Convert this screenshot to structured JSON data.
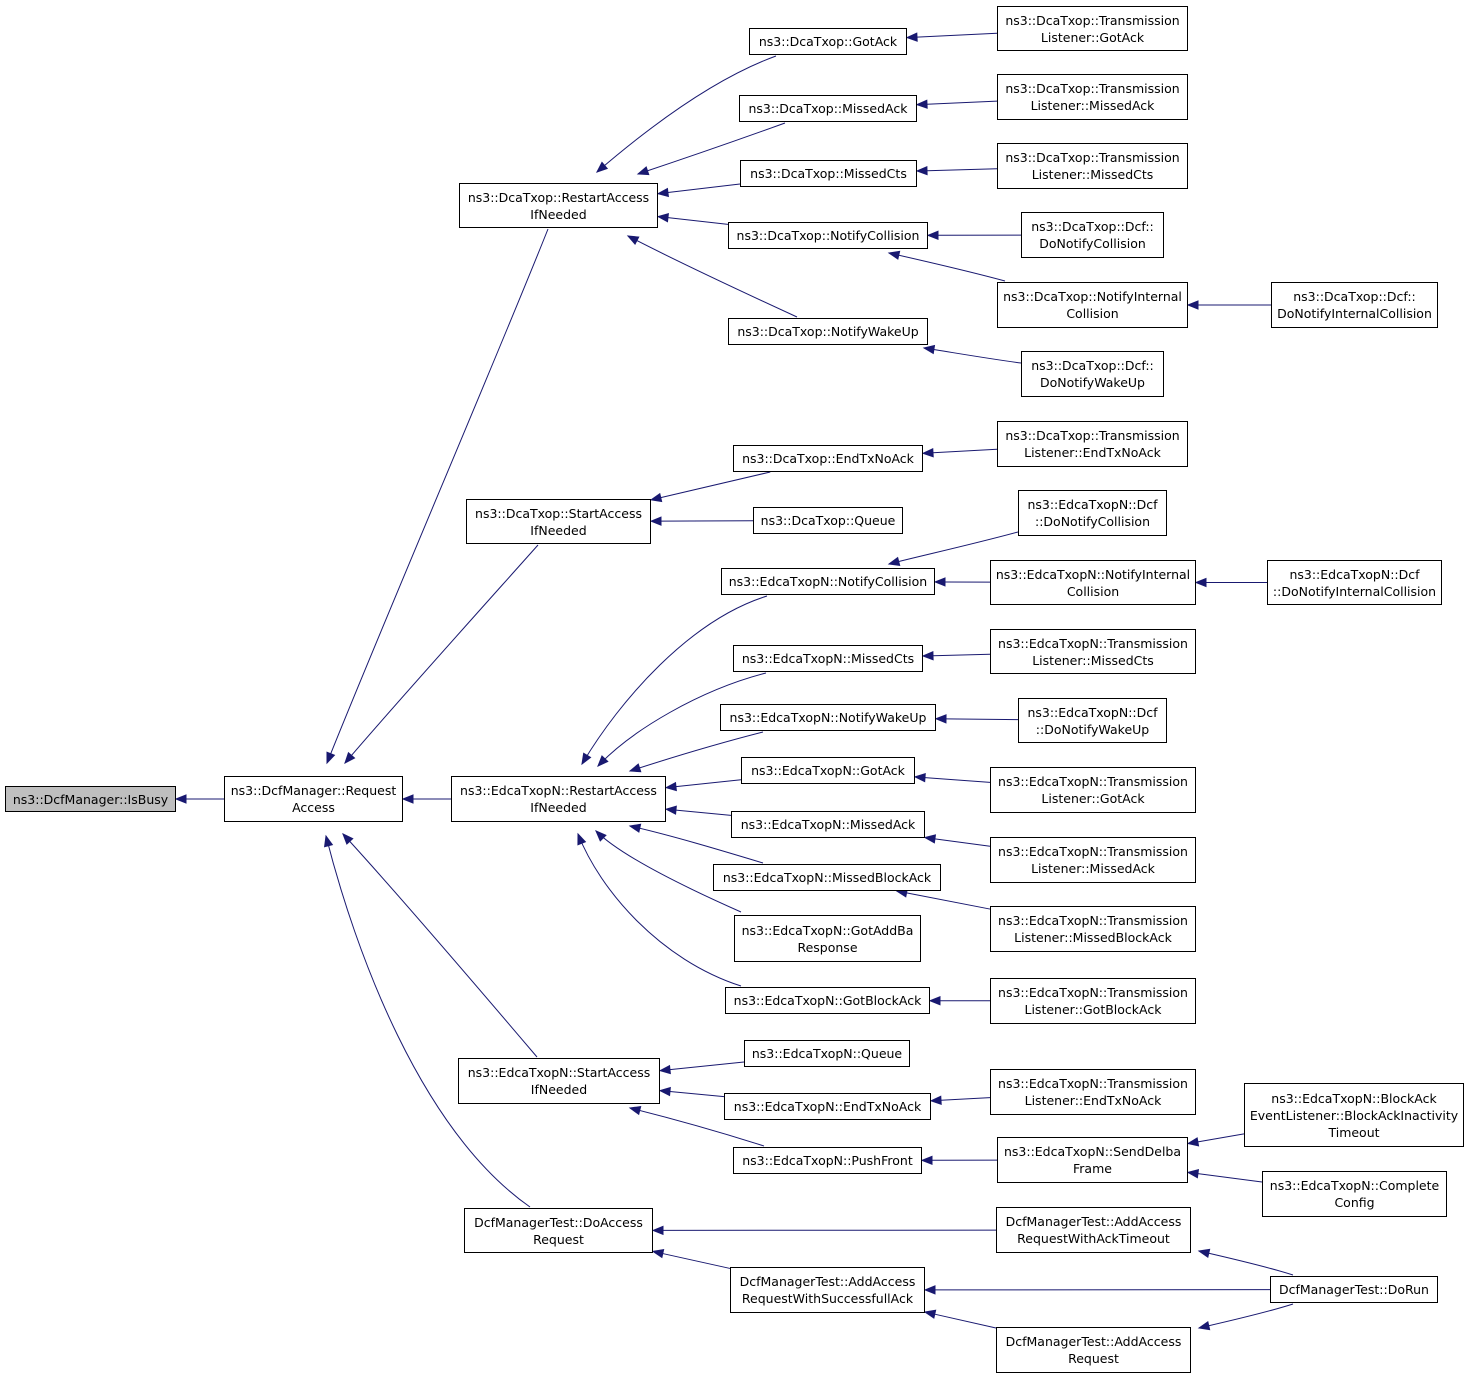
{
  "diagram": {
    "colors": {
      "edge": "#191970",
      "root_fill": "#bfbfbf",
      "node_fill": "#ffffff",
      "border": "#000000"
    },
    "nodes": [
      {
        "id": "isbusy",
        "lines": [
          "ns3::DcfManager::IsBusy"
        ],
        "root": true
      },
      {
        "id": "requestaccess",
        "lines": [
          "ns3::DcfManager::Request",
          "Access"
        ]
      },
      {
        "id": "dca_restart",
        "lines": [
          "ns3::DcaTxop::RestartAccess",
          "IfNeeded"
        ]
      },
      {
        "id": "dca_start",
        "lines": [
          "ns3::DcaTxop::StartAccess",
          "IfNeeded"
        ]
      },
      {
        "id": "edca_restart",
        "lines": [
          "ns3::EdcaTxopN::RestartAccess",
          "IfNeeded"
        ]
      },
      {
        "id": "edca_start",
        "lines": [
          "ns3::EdcaTxopN::StartAccess",
          "IfNeeded"
        ]
      },
      {
        "id": "dcftest_doaccess",
        "lines": [
          "DcfManagerTest::DoAccess",
          "Request"
        ]
      },
      {
        "id": "dca_gotack",
        "lines": [
          "ns3::DcaTxop::GotAck"
        ]
      },
      {
        "id": "dca_missedack",
        "lines": [
          "ns3::DcaTxop::MissedAck"
        ]
      },
      {
        "id": "dca_missedcts",
        "lines": [
          "ns3::DcaTxop::MissedCts"
        ]
      },
      {
        "id": "dca_notifycoll",
        "lines": [
          "ns3::DcaTxop::NotifyCollision"
        ]
      },
      {
        "id": "dca_notifywake",
        "lines": [
          "ns3::DcaTxop::NotifyWakeUp"
        ]
      },
      {
        "id": "dca_endtxnoack",
        "lines": [
          "ns3::DcaTxop::EndTxNoAck"
        ]
      },
      {
        "id": "dca_queue",
        "lines": [
          "ns3::DcaTxop::Queue"
        ]
      },
      {
        "id": "edca_notifycoll",
        "lines": [
          "ns3::EdcaTxopN::NotifyCollision"
        ]
      },
      {
        "id": "edca_missedcts",
        "lines": [
          "ns3::EdcaTxopN::MissedCts"
        ]
      },
      {
        "id": "edca_notifywake",
        "lines": [
          "ns3::EdcaTxopN::NotifyWakeUp"
        ]
      },
      {
        "id": "edca_gotack",
        "lines": [
          "ns3::EdcaTxopN::GotAck"
        ]
      },
      {
        "id": "edca_missedack",
        "lines": [
          "ns3::EdcaTxopN::MissedAck"
        ]
      },
      {
        "id": "edca_missedblockack",
        "lines": [
          "ns3::EdcaTxopN::MissedBlockAck"
        ]
      },
      {
        "id": "edca_gotaddba",
        "lines": [
          "ns3::EdcaTxopN::GotAddBa",
          "Response"
        ]
      },
      {
        "id": "edca_gotblockack",
        "lines": [
          "ns3::EdcaTxopN::GotBlockAck"
        ]
      },
      {
        "id": "edca_queue",
        "lines": [
          "ns3::EdcaTxopN::Queue"
        ]
      },
      {
        "id": "edca_endtxnoack",
        "lines": [
          "ns3::EdcaTxopN::EndTxNoAck"
        ]
      },
      {
        "id": "edca_pushfront",
        "lines": [
          "ns3::EdcaTxopN::PushFront"
        ]
      },
      {
        "id": "dcftest_addsucc",
        "lines": [
          "DcfManagerTest::AddAccess",
          "RequestWithSuccessfullAck"
        ]
      },
      {
        "id": "tl_gotack",
        "lines": [
          "ns3::DcaTxop::Transmission",
          "Listener::GotAck"
        ]
      },
      {
        "id": "tl_missedack",
        "lines": [
          "ns3::DcaTxop::Transmission",
          "Listener::MissedAck"
        ]
      },
      {
        "id": "tl_missedcts",
        "lines": [
          "ns3::DcaTxop::Transmission",
          "Listener::MissedCts"
        ]
      },
      {
        "id": "dcf_donotifycoll",
        "lines": [
          "ns3::DcaTxop::Dcf::",
          "DoNotifyCollision"
        ]
      },
      {
        "id": "dca_notifyinternal",
        "lines": [
          "ns3::DcaTxop::NotifyInternal",
          "Collision"
        ]
      },
      {
        "id": "dcf_donotifywake",
        "lines": [
          "ns3::DcaTxop::Dcf::",
          "DoNotifyWakeUp"
        ]
      },
      {
        "id": "tl_endtxnoack",
        "lines": [
          "ns3::DcaTxop::Transmission",
          "Listener::EndTxNoAck"
        ]
      },
      {
        "id": "edcadcf_donotifycoll",
        "lines": [
          "ns3::EdcaTxopN::Dcf",
          "::DoNotifyCollision"
        ]
      },
      {
        "id": "edca_notifyinternal",
        "lines": [
          "ns3::EdcaTxopN::NotifyInternal",
          "Collision"
        ]
      },
      {
        "id": "etl_missedcts",
        "lines": [
          "ns3::EdcaTxopN::Transmission",
          "Listener::MissedCts"
        ]
      },
      {
        "id": "edcadcf_donotifywake",
        "lines": [
          "ns3::EdcaTxopN::Dcf",
          "::DoNotifyWakeUp"
        ]
      },
      {
        "id": "etl_gotack",
        "lines": [
          "ns3::EdcaTxopN::Transmission",
          "Listener::GotAck"
        ]
      },
      {
        "id": "etl_missedack",
        "lines": [
          "ns3::EdcaTxopN::Transmission",
          "Listener::MissedAck"
        ]
      },
      {
        "id": "etl_missedblockack",
        "lines": [
          "ns3::EdcaTxopN::Transmission",
          "Listener::MissedBlockAck"
        ]
      },
      {
        "id": "etl_gotblockack",
        "lines": [
          "ns3::EdcaTxopN::Transmission",
          "Listener::GotBlockAck"
        ]
      },
      {
        "id": "etl_endtxnoack",
        "lines": [
          "ns3::EdcaTxopN::Transmission",
          "Listener::EndTxNoAck"
        ]
      },
      {
        "id": "edca_senddelba",
        "lines": [
          "ns3::EdcaTxopN::SendDelba",
          "Frame"
        ]
      },
      {
        "id": "dcftest_addtimeout",
        "lines": [
          "DcfManagerTest::AddAccess",
          "RequestWithAckTimeout"
        ]
      },
      {
        "id": "dcftest_addaccess",
        "lines": [
          "DcfManagerTest::AddAccess",
          "Request"
        ]
      },
      {
        "id": "dcf_donotifyinternal",
        "lines": [
          "ns3::DcaTxop::Dcf::",
          "DoNotifyInternalCollision"
        ]
      },
      {
        "id": "edcadcf_donotifyinternal",
        "lines": [
          "ns3::EdcaTxopN::Dcf",
          "::DoNotifyInternalCollision"
        ]
      },
      {
        "id": "edca_blockackinactivity",
        "lines": [
          "ns3::EdcaTxopN::BlockAck",
          "EventListener::BlockAckInactivity",
          "Timeout"
        ]
      },
      {
        "id": "edca_completeconfig",
        "lines": [
          "ns3::EdcaTxopN::Complete",
          "Config"
        ]
      },
      {
        "id": "dcftest_dorun",
        "lines": [
          "DcfManagerTest::DoRun"
        ]
      }
    ],
    "edges": [
      [
        "requestaccess",
        "isbusy"
      ],
      [
        "dca_restart",
        "requestaccess"
      ],
      [
        "dca_start",
        "requestaccess"
      ],
      [
        "edca_restart",
        "requestaccess"
      ],
      [
        "edca_start",
        "requestaccess"
      ],
      [
        "dcftest_doaccess",
        "requestaccess"
      ],
      [
        "dca_gotack",
        "dca_restart"
      ],
      [
        "dca_missedack",
        "dca_restart"
      ],
      [
        "dca_missedcts",
        "dca_restart"
      ],
      [
        "dca_notifycoll",
        "dca_restart"
      ],
      [
        "dca_notifywake",
        "dca_restart"
      ],
      [
        "dca_endtxnoack",
        "dca_start"
      ],
      [
        "dca_queue",
        "dca_start"
      ],
      [
        "edca_notifycoll",
        "edca_restart"
      ],
      [
        "edca_missedcts",
        "edca_restart"
      ],
      [
        "edca_notifywake",
        "edca_restart"
      ],
      [
        "edca_gotack",
        "edca_restart"
      ],
      [
        "edca_missedack",
        "edca_restart"
      ],
      [
        "edca_missedblockack",
        "edca_restart"
      ],
      [
        "edca_gotaddba",
        "edca_restart"
      ],
      [
        "edca_gotblockack",
        "edca_restart"
      ],
      [
        "edca_queue",
        "edca_start"
      ],
      [
        "edca_endtxnoack",
        "edca_start"
      ],
      [
        "edca_pushfront",
        "edca_start"
      ],
      [
        "dcftest_addtimeout",
        "dcftest_doaccess"
      ],
      [
        "dcftest_addsucc",
        "dcftest_doaccess"
      ],
      [
        "tl_gotack",
        "dca_gotack"
      ],
      [
        "tl_missedack",
        "dca_missedack"
      ],
      [
        "tl_missedcts",
        "dca_missedcts"
      ],
      [
        "dcf_donotifycoll",
        "dca_notifycoll"
      ],
      [
        "dca_notifyinternal",
        "dca_notifycoll"
      ],
      [
        "dcf_donotifywake",
        "dca_notifywake"
      ],
      [
        "tl_endtxnoack",
        "dca_endtxnoack"
      ],
      [
        "edcadcf_donotifycoll",
        "edca_notifycoll"
      ],
      [
        "edca_notifyinternal",
        "edca_notifycoll"
      ],
      [
        "etl_missedcts",
        "edca_missedcts"
      ],
      [
        "edcadcf_donotifywake",
        "edca_notifywake"
      ],
      [
        "etl_gotack",
        "edca_gotack"
      ],
      [
        "etl_missedack",
        "edca_missedack"
      ],
      [
        "etl_missedblockack",
        "edca_missedblockack"
      ],
      [
        "etl_gotblockack",
        "edca_gotblockack"
      ],
      [
        "etl_endtxnoack",
        "edca_endtxnoack"
      ],
      [
        "edca_senddelba",
        "edca_pushfront"
      ],
      [
        "dcftest_dorun",
        "dcftest_addsucc"
      ],
      [
        "dcftest_addaccess",
        "dcftest_addsucc"
      ],
      [
        "dcf_donotifyinternal",
        "dca_notifyinternal"
      ],
      [
        "edcadcf_donotifyinternal",
        "edca_notifyinternal"
      ],
      [
        "edca_blockackinactivity",
        "edca_senddelba"
      ],
      [
        "edca_completeconfig",
        "edca_senddelba"
      ],
      [
        "dcftest_dorun",
        "dcftest_addtimeout"
      ],
      [
        "dcftest_dorun",
        "dcftest_addaccess"
      ]
    ]
  }
}
